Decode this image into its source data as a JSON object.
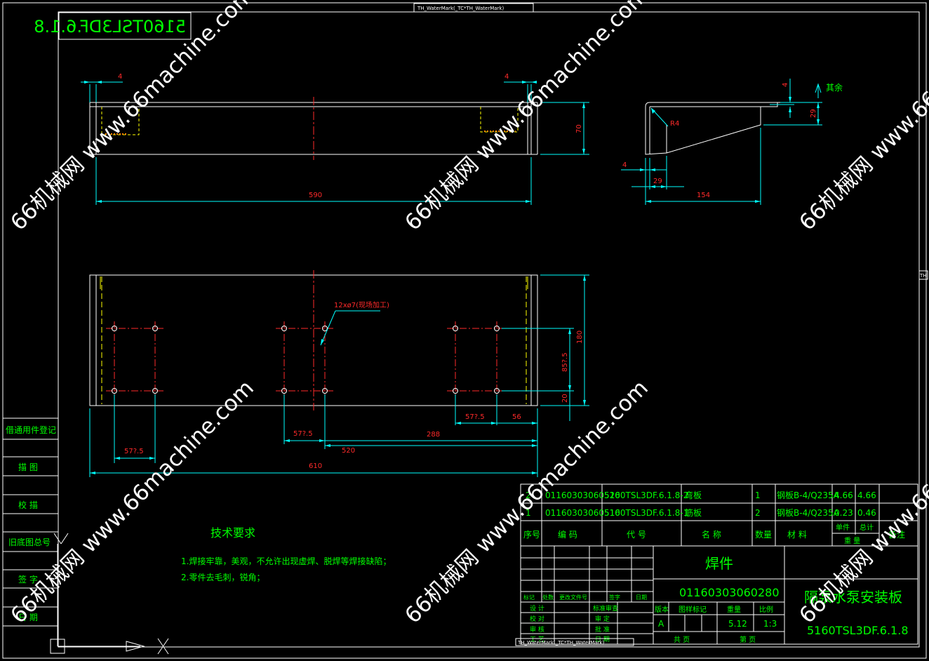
{
  "drawing": {
    "top_tag": "TH_WaterMark(_TC*TH_WaterMark)",
    "bottom_tag": "TH_WaterMark(_TC*TH_WaterMark)",
    "right_tag": "TH",
    "drawing_code_mirrored": "5160TSL3DF.6.1.8"
  },
  "dims": {
    "top_left_4": "4",
    "top_right_4": "4",
    "height_70": "70",
    "length_590": "590",
    "side_4_top": "4",
    "side_29_right": "29",
    "side_remainder": "其余",
    "side_r4": "R4",
    "side_4_bottom": "4",
    "side_29_bottom": "29",
    "side_154": "154",
    "hole_note": "12xø7(现场加工)",
    "h_180": "180",
    "h_852_5": "85?.5",
    "h_20": "20",
    "w_57_5_left": "57?.5",
    "w_57_5_mid": "57?.5",
    "w_288": "288",
    "w_57_5_right": "57?.5",
    "w_56": "56",
    "w_520": "520",
    "w_610": "610"
  },
  "notes": {
    "title": "技术要求",
    "line1": "1.焊接牢靠，美观，不允许出现虚焊、脱焊等焊接缺陷；",
    "line2": "2.零件去毛刺，锐角；"
  },
  "side_table": [
    "借通用件登记",
    "描  图",
    "校  描",
    "旧底图总号",
    "签  字",
    "日  期"
  ],
  "bom": {
    "rows": [
      {
        "no": "2",
        "code": "01160303060520",
        "part": "5160TSL3DF.6.1.8-2",
        "name": "弯板",
        "qty": "1",
        "material": "钢板B-4/Q235A",
        "unit": "4.66",
        "total": "4.66",
        "remark": ""
      },
      {
        "no": "1",
        "code": "01160303060510",
        "part": "5160TSL3DF.6.1.8-1",
        "name": "筋板",
        "qty": "2",
        "material": "钢板B-4/Q235A",
        "unit": "0.23",
        "total": "0.46",
        "remark": ""
      }
    ],
    "header": {
      "no": "序号",
      "code": "编    码",
      "part": "代    号",
      "name": "名    称",
      "qty": "数量",
      "material": "材    料",
      "unit": "单件",
      "total": "总计",
      "weight": "重    量",
      "remark": "备注"
    }
  },
  "title_block": {
    "type": "焊件",
    "code": "01160303060280",
    "name": "隔泵水泵安装板",
    "drawing_no": "5160TSL3DF.6.1.8",
    "rev_labels": [
      "标记",
      "处数",
      "更改文件号",
      "签字",
      "日期"
    ],
    "left_labels": [
      "设  计",
      "校  对",
      "审  核",
      "工  艺"
    ],
    "mid_labels": [
      "标准审查",
      "审  定",
      "批  准",
      "日  期"
    ],
    "col_labels": [
      "版本",
      "图样标记",
      "重量",
      "比例"
    ],
    "version": "A",
    "weight": "5.12",
    "scale": "1:3",
    "sheet_total": "共    页",
    "sheet_no": "第    页"
  },
  "watermark": "66机械网 www.66machine.com",
  "colors": {
    "frame": "#ffffff",
    "dimension": "#00ffff",
    "dim_text": "#ff2a2a",
    "center_line": "#ff2a2a",
    "hidden_line": "#ffff00",
    "text": "#00ff00"
  }
}
